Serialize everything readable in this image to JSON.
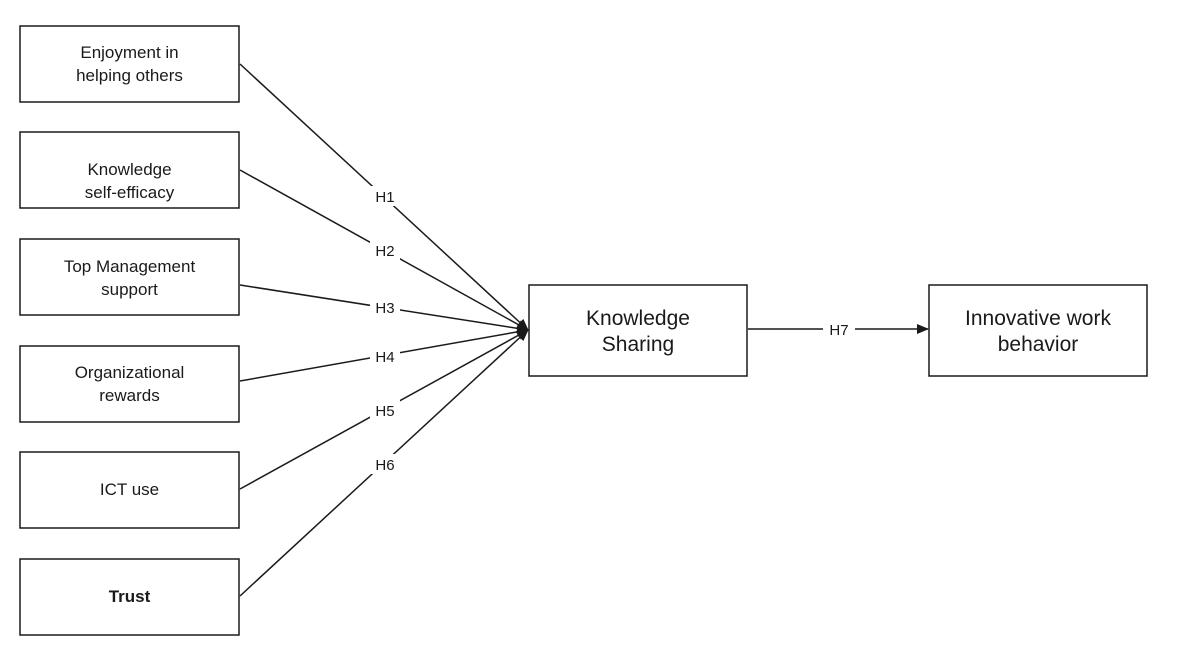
{
  "colors": {
    "stroke": "#1a1a1a",
    "background": "#ffffff"
  },
  "nodes": {
    "enjoyment": {
      "lines": [
        "Enjoyment in",
        "helping others"
      ]
    },
    "self_efficacy": {
      "lines": [
        "Knowledge",
        "self-efficacy"
      ]
    },
    "top_management": {
      "lines": [
        "Top Management",
        "support"
      ]
    },
    "rewards": {
      "lines": [
        "Organizational",
        "rewards"
      ]
    },
    "ict": {
      "lines": [
        "ICT use"
      ]
    },
    "trust": {
      "lines": [
        "Trust"
      ]
    },
    "knowledge_sharing": {
      "lines": [
        "Knowledge",
        "Sharing"
      ]
    },
    "innovative": {
      "lines": [
        "Innovative work",
        "behavior"
      ]
    }
  },
  "edges": {
    "h1": {
      "label": "H1",
      "from": "enjoyment",
      "to": "knowledge_sharing"
    },
    "h2": {
      "label": "H2",
      "from": "self_efficacy",
      "to": "knowledge_sharing"
    },
    "h3": {
      "label": "H3",
      "from": "top_management",
      "to": "knowledge_sharing"
    },
    "h4": {
      "label": "H4",
      "from": "rewards",
      "to": "knowledge_sharing"
    },
    "h5": {
      "label": "H5",
      "from": "ict",
      "to": "knowledge_sharing"
    },
    "h6": {
      "label": "H6",
      "from": "trust",
      "to": "knowledge_sharing"
    },
    "h7": {
      "label": "H7",
      "from": "knowledge_sharing",
      "to": "innovative"
    }
  }
}
